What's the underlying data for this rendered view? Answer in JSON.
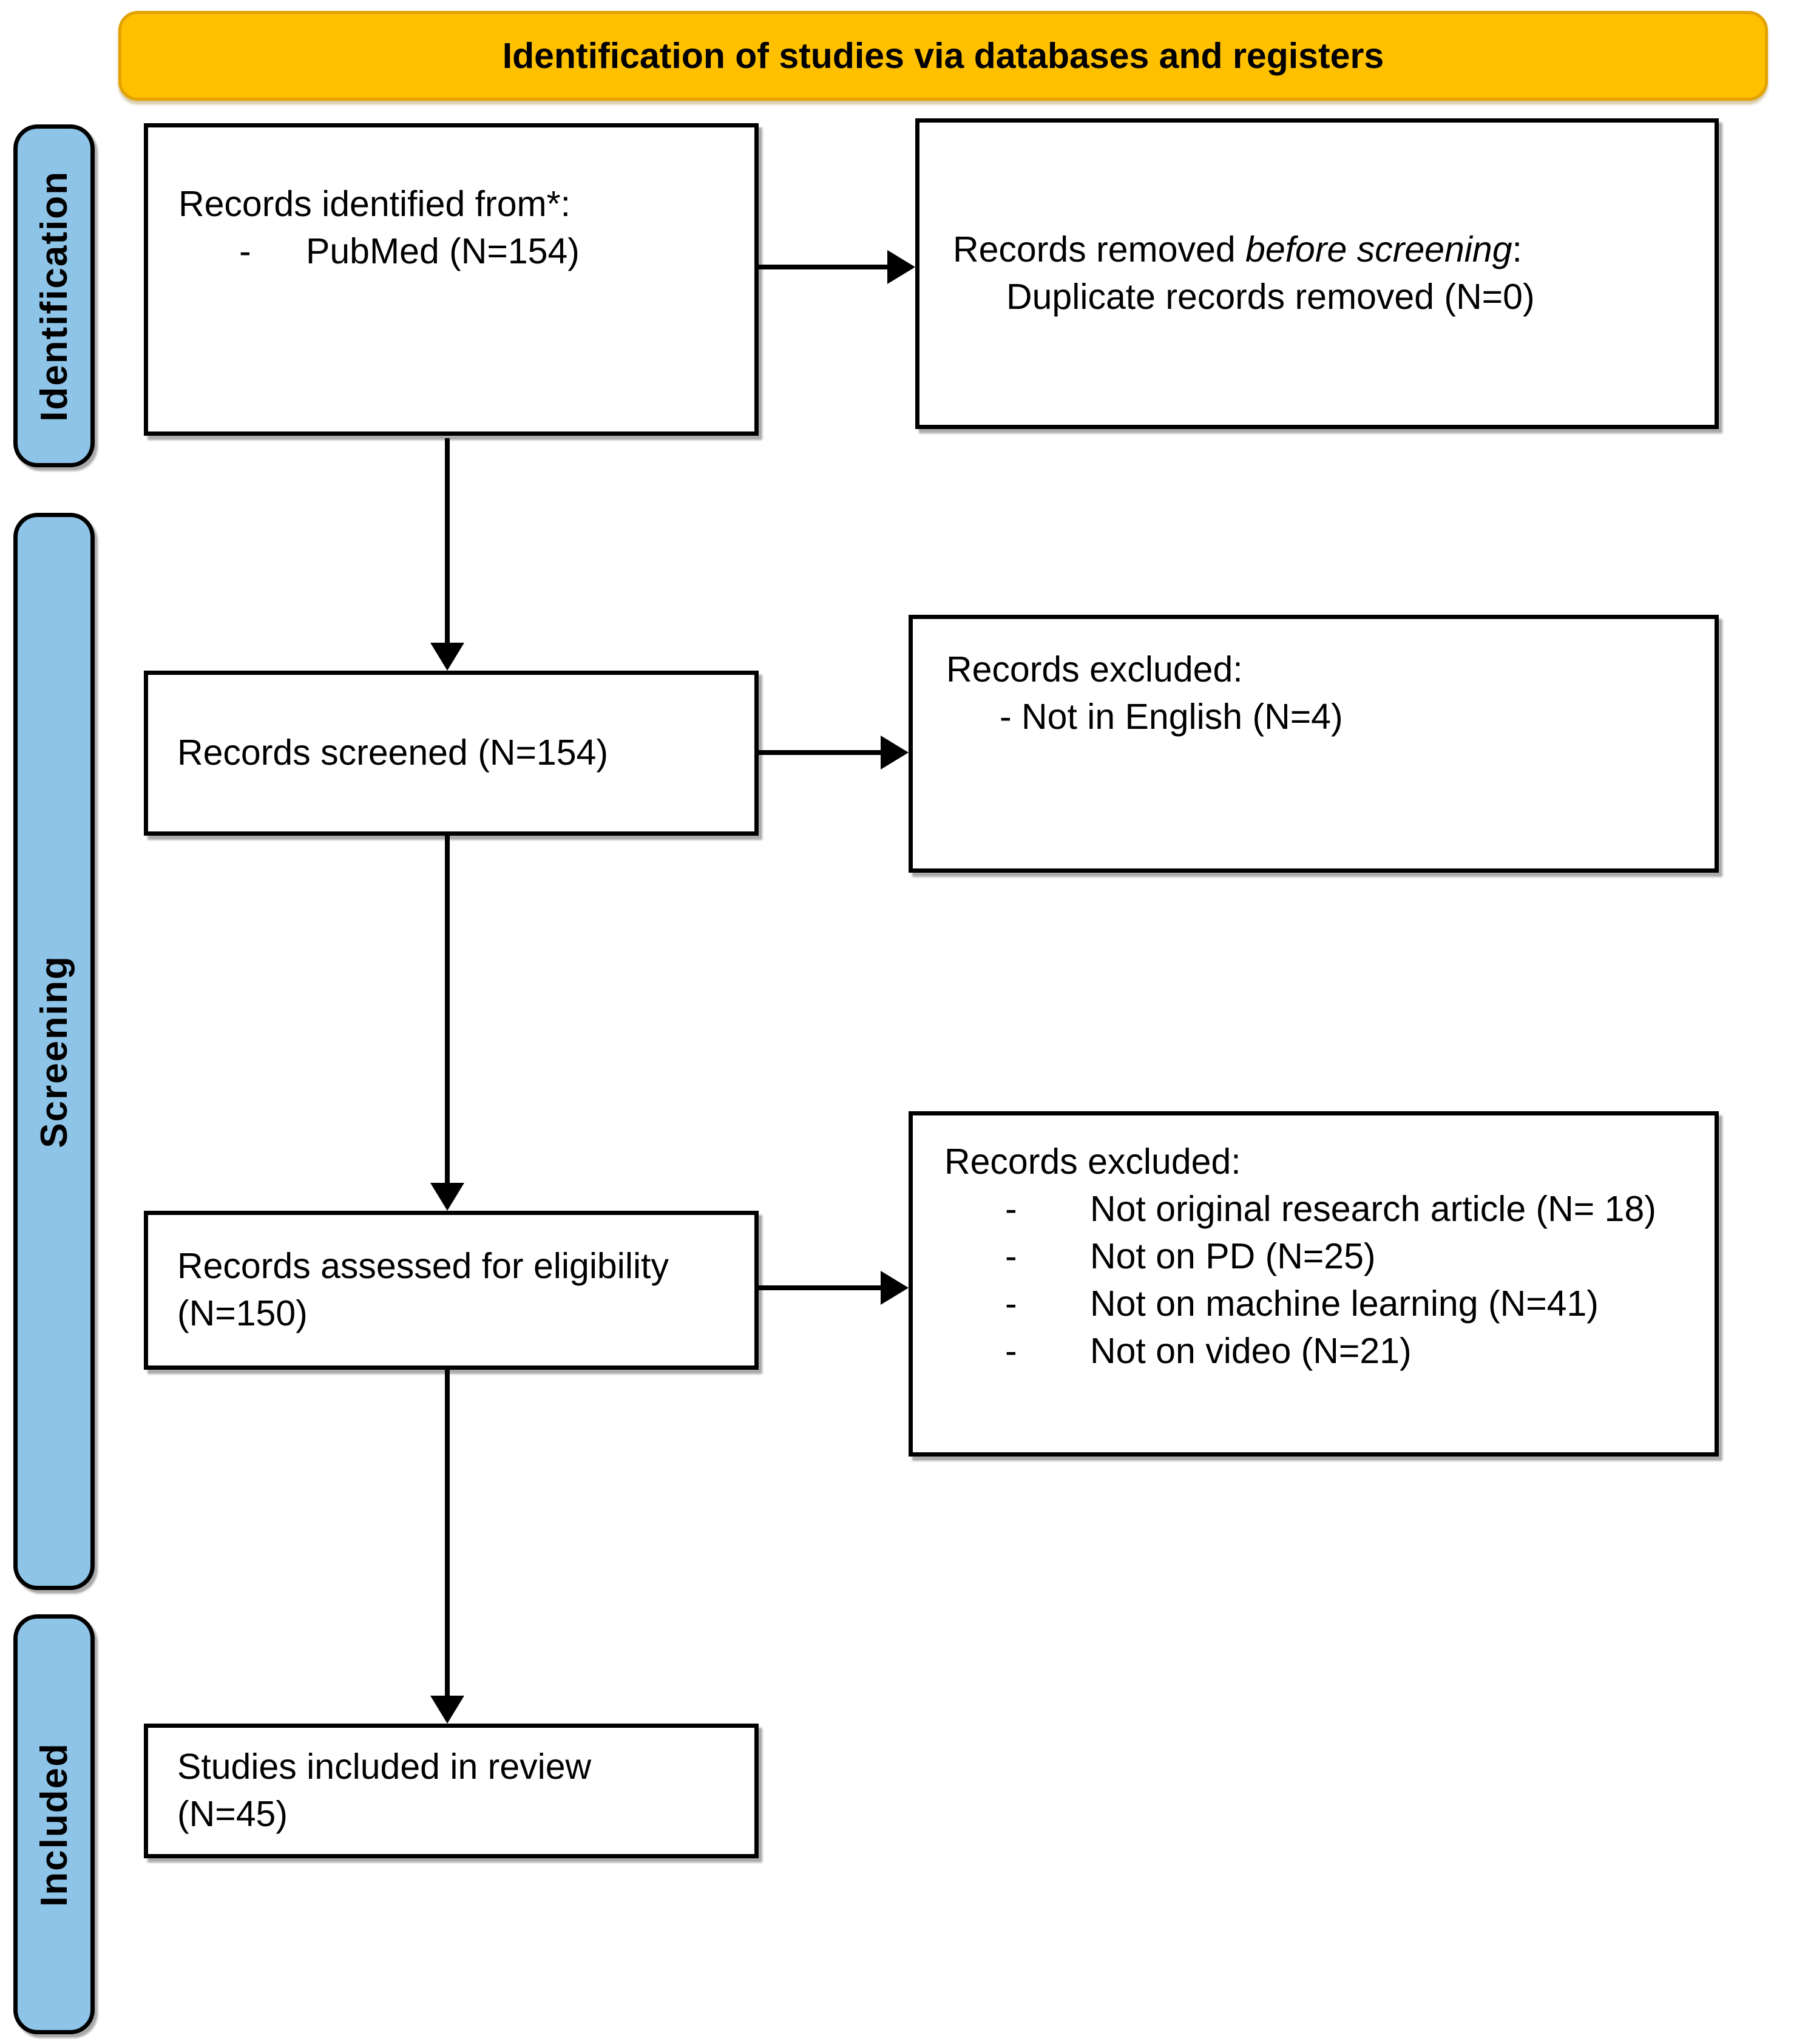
{
  "banner": {
    "title": "Identification of studies via databases and registers"
  },
  "colors": {
    "banner_bg": "#FFC000",
    "stage_bg": "#8EC4E8"
  },
  "glyphs": {
    "bullet_marker": "-"
  },
  "stages": [
    {
      "label": "Identification"
    },
    {
      "label": "Screening"
    },
    {
      "label": "Included"
    }
  ],
  "boxes": {
    "identified": {
      "title": "Records identified from*:",
      "bullet": "PubMed (N=154)"
    },
    "removed": {
      "prefix": "Records removed ",
      "emphasis": "before screening",
      "suffix": ":",
      "detail": "Duplicate records removed (N=0)"
    },
    "screened": {
      "label": "Records screened (N=154)"
    },
    "excluded_screening": {
      "title": "Records excluded:",
      "bullet": "- Not in English (N=4)"
    },
    "assessed": {
      "label": "Records assessed for eligibility (N=150)"
    },
    "excluded_eligibility": {
      "title": "Records excluded:",
      "items": [
        "Not original research article (N= 18)",
        "Not on PD (N=25)",
        "Not on machine learning (N=41)",
        "Not on video (N=21)"
      ]
    },
    "included": {
      "label": "Studies included in review (N=45)"
    }
  }
}
